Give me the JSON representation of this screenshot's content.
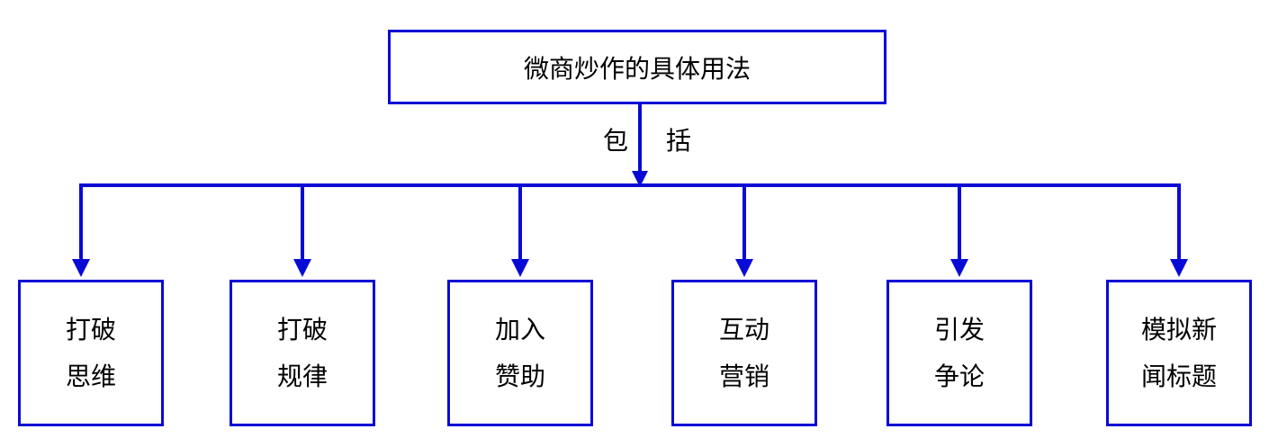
{
  "root": {
    "label": "微商炒作的具体用法"
  },
  "relation": {
    "left": "包",
    "right": "括"
  },
  "children": [
    {
      "line1": "打破",
      "line2": "思维"
    },
    {
      "line1": "打破",
      "line2": "规律"
    },
    {
      "line1": "加入",
      "line2": "赞助"
    },
    {
      "line1": "互动",
      "line2": "营销"
    },
    {
      "line1": "引发",
      "line2": "争论"
    },
    {
      "line1": "模拟新",
      "line2": "闻标题"
    }
  ],
  "colors": {
    "line": "#0a0ad6",
    "text": "#000000",
    "background": "#ffffff"
  }
}
